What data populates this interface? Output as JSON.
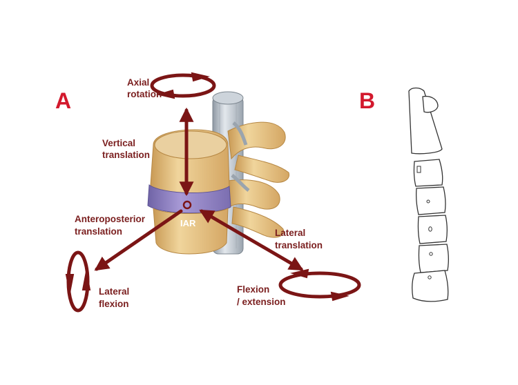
{
  "figure": {
    "panel_a_letter": "A",
    "panel_b_letter": "B",
    "labels": {
      "axial_rotation": [
        "Axial",
        "rotation"
      ],
      "vertical_translation": [
        "Vertical",
        "translation"
      ],
      "anteroposterior_translation": [
        "Anteroposterior",
        "translation"
      ],
      "iar": "IAR",
      "lateral_translation": [
        "Lateral",
        "translation"
      ],
      "lateral_flexion": [
        "Lateral",
        "flexion"
      ],
      "flexion_extension": [
        "Flexion",
        "/ extension"
      ]
    },
    "colors": {
      "panel_letter": "#d3192d",
      "arrow": "#7b1515",
      "label": "#7a1e1e",
      "bone": "#e6c383",
      "disc": "#8d7fbf",
      "cord": "#b7c0c9"
    }
  }
}
